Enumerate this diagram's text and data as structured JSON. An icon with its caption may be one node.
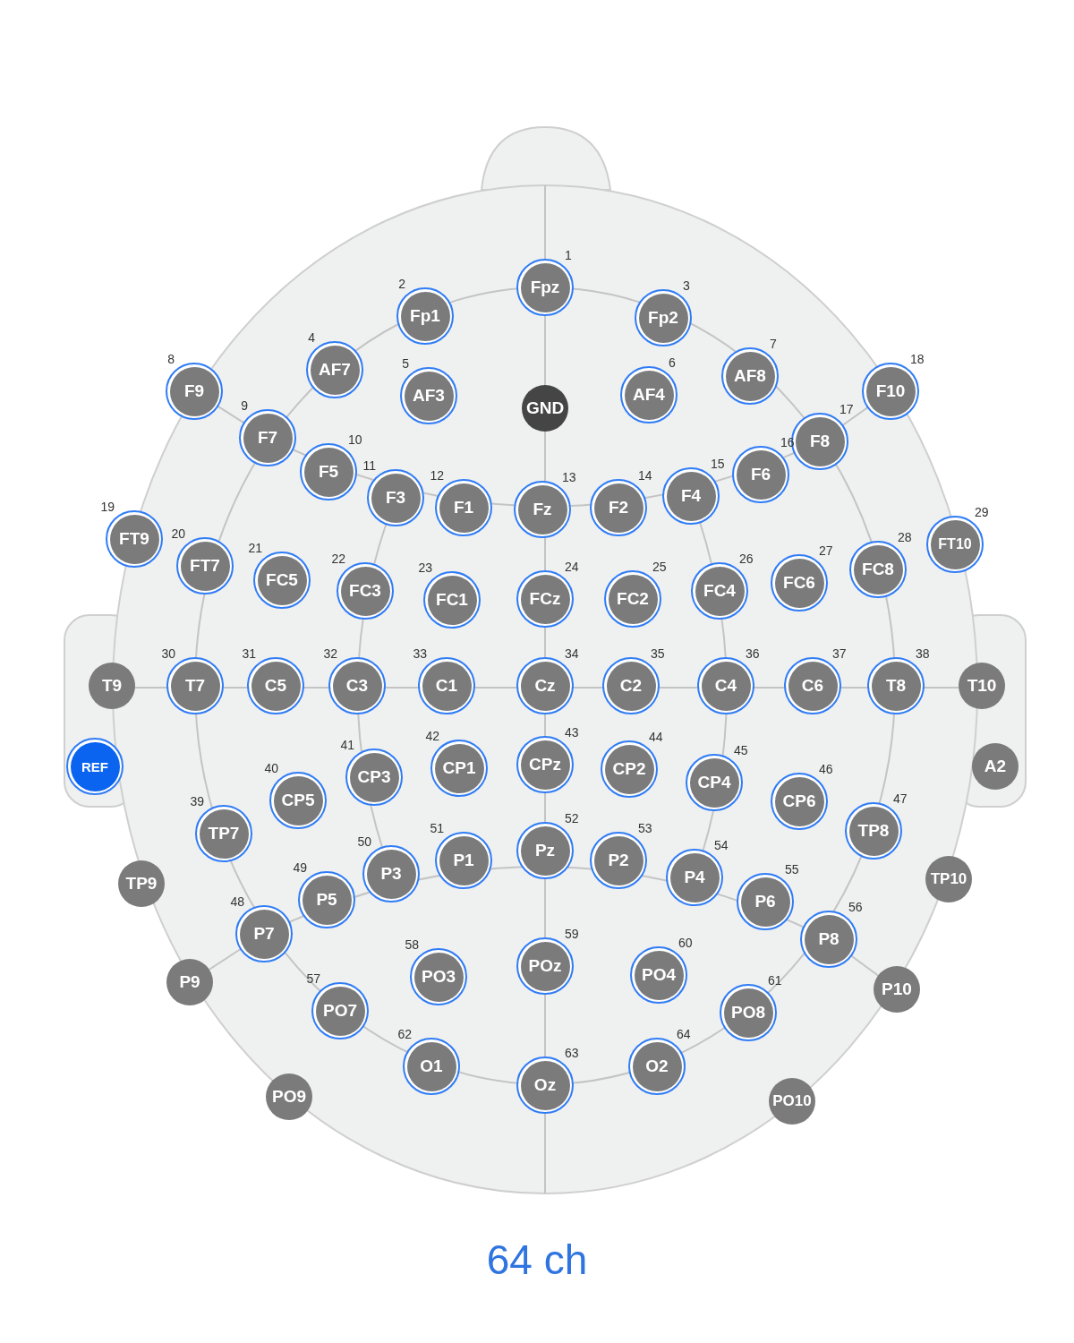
{
  "diagram": {
    "caption": "64 ch",
    "nodes": [
      {
        "text": [
          "Fpz"
        ],
        "beside": [
          "1"
        ]
      },
      {
        "text": [
          "Fp1"
        ],
        "beside": [
          "2"
        ]
      },
      {
        "text": [
          "Fp2"
        ],
        "beside": [
          "3"
        ]
      },
      {
        "text": [
          "F9"
        ],
        "beside": [
          "8"
        ]
      },
      {
        "text": [
          "AF7"
        ],
        "beside": [
          "4"
        ]
      },
      {
        "text": [
          "AF3"
        ],
        "beside": [
          "5"
        ]
      },
      {
        "text": [
          "GND"
        ]
      },
      {
        "text": [
          "AF4"
        ],
        "beside": [
          "6"
        ]
      },
      {
        "text": [
          "AF8"
        ],
        "beside": [
          "7"
        ]
      },
      {
        "text": [
          "F10"
        ],
        "beside": [
          "18"
        ]
      },
      {
        "text": [
          "F7"
        ],
        "beside": [
          "9"
        ]
      },
      {
        "text": [
          "F8"
        ],
        "beside": [
          "17"
        ]
      },
      {
        "text": [
          "F5"
        ],
        "beside": [
          "10"
        ]
      },
      {
        "text": [
          "F3"
        ],
        "beside": [
          "11"
        ]
      },
      {
        "text": [
          "F1"
        ],
        "beside": [
          "12"
        ]
      },
      {
        "text": [
          "Fz"
        ],
        "beside": [
          "13"
        ]
      },
      {
        "text": [
          "F2"
        ],
        "beside": [
          "14"
        ]
      },
      {
        "text": [
          "F4"
        ],
        "beside": [
          "15"
        ]
      },
      {
        "text": [
          "F6"
        ],
        "beside": [
          "16"
        ]
      },
      {
        "text": [
          "FT9"
        ],
        "beside": [
          "19"
        ]
      },
      {
        "text": [
          "FT7"
        ],
        "beside": [
          "20"
        ]
      },
      {
        "text": [
          "FC5"
        ],
        "beside": [
          "21"
        ]
      },
      {
        "text": [
          "FC3"
        ],
        "beside": [
          "22"
        ]
      },
      {
        "text": [
          "FC1"
        ],
        "beside": [
          "23"
        ]
      },
      {
        "text": [
          "FCz"
        ],
        "beside": [
          "24"
        ]
      },
      {
        "text": [
          "FC2"
        ],
        "beside": [
          "25"
        ]
      },
      {
        "text": [
          "FC4"
        ],
        "beside": [
          "26"
        ]
      },
      {
        "text": [
          "FC6"
        ],
        "beside": [
          "27"
        ]
      },
      {
        "text": [
          "FC8"
        ],
        "beside": [
          "28"
        ]
      },
      {
        "text": [
          "FT10"
        ],
        "beside": [
          "29"
        ]
      },
      {
        "text": [
          "T9"
        ]
      },
      {
        "text": [
          "T7"
        ],
        "beside": [
          "30"
        ]
      },
      {
        "text": [
          "C5"
        ],
        "beside": [
          "31"
        ]
      },
      {
        "text": [
          "C3"
        ],
        "beside": [
          "32"
        ]
      },
      {
        "text": [
          "C1"
        ],
        "beside": [
          "33"
        ]
      },
      {
        "text": [
          "Cz"
        ],
        "beside": [
          "34"
        ]
      },
      {
        "text": [
          "C2"
        ],
        "beside": [
          "35"
        ]
      },
      {
        "text": [
          "C4"
        ],
        "beside": [
          "36"
        ]
      },
      {
        "text": [
          "C6"
        ],
        "beside": [
          "37"
        ]
      },
      {
        "text": [
          "T8"
        ],
        "beside": [
          "38"
        ]
      },
      {
        "text": [
          "T10"
        ]
      },
      {
        "text": [
          "REF"
        ]
      },
      {
        "text": [
          "CP1"
        ],
        "beside": [
          "42"
        ]
      },
      {
        "text": [
          "CPz"
        ],
        "beside": [
          "43"
        ]
      },
      {
        "text": [
          "CP2"
        ],
        "beside": [
          "44"
        ]
      },
      {
        "text": [
          "A2"
        ]
      },
      {
        "text": [
          "CP3"
        ],
        "beside": [
          "41"
        ]
      },
      {
        "text": [
          "CP4"
        ],
        "beside": [
          "45"
        ]
      },
      {
        "text": [
          "CP5"
        ],
        "beside": [
          "40"
        ]
      },
      {
        "text": [
          "CP6"
        ],
        "beside": [
          "46"
        ]
      },
      {
        "text": [
          "TP7"
        ],
        "beside": [
          "39"
        ]
      },
      {
        "text": [
          "TP8"
        ],
        "beside": [
          "47"
        ]
      },
      {
        "text": [
          "TP9"
        ]
      },
      {
        "text": [
          "TP10"
        ]
      },
      {
        "text": [
          "Pz"
        ],
        "beside": [
          "52"
        ]
      },
      {
        "text": [
          "P1"
        ],
        "beside": [
          "51"
        ]
      },
      {
        "text": [
          "P2"
        ],
        "beside": [
          "53"
        ]
      },
      {
        "text": [
          "P3"
        ],
        "beside": [
          "50"
        ]
      },
      {
        "text": [
          "P4"
        ],
        "beside": [
          "54"
        ]
      },
      {
        "text": [
          "P5"
        ],
        "beside": [
          "49"
        ]
      },
      {
        "text": [
          "P6"
        ],
        "beside": [
          "55"
        ]
      },
      {
        "text": [
          "P7"
        ],
        "beside": [
          "48"
        ]
      },
      {
        "text": [
          "P8"
        ],
        "beside": [
          "56"
        ]
      },
      {
        "text": [
          "PO3"
        ],
        "beside": [
          "58"
        ]
      },
      {
        "text": [
          "POz"
        ],
        "beside": [
          "59"
        ]
      },
      {
        "text": [
          "PO4"
        ],
        "beside": [
          "60"
        ]
      },
      {
        "text": [
          "P9"
        ]
      },
      {
        "text": [
          "P10"
        ]
      },
      {
        "text": [
          "PO7"
        ],
        "beside": [
          "57"
        ]
      },
      {
        "text": [
          "PO8"
        ],
        "beside": [
          "61"
        ]
      },
      {
        "text": [
          "O1"
        ],
        "beside": [
          "62"
        ]
      },
      {
        "text": [
          "O2"
        ],
        "beside": [
          "64"
        ]
      },
      {
        "text": [
          "Oz"
        ],
        "beside": [
          "63"
        ]
      },
      {
        "text": [
          "PO9"
        ]
      },
      {
        "text": [
          "PO10"
        ]
      }
    ]
  }
}
